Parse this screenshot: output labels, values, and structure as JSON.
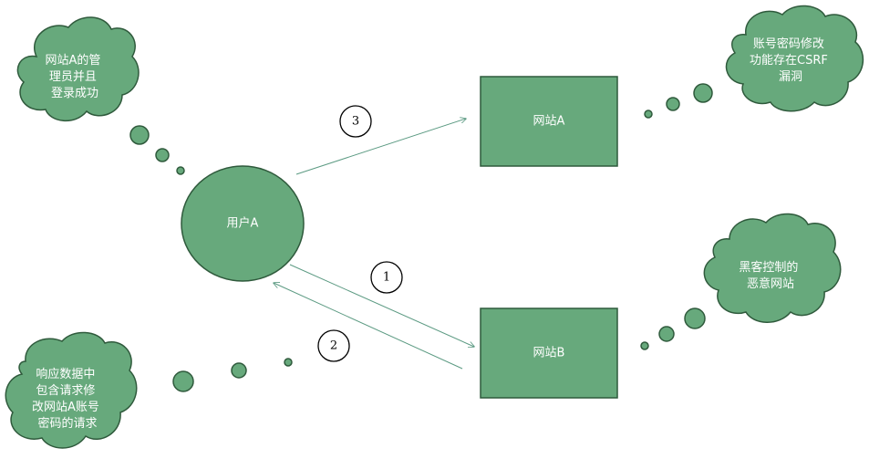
{
  "nodes": {
    "user_a": "用户A",
    "site_a": "网站A",
    "site_b": "网站B"
  },
  "clouds": {
    "admin_note": [
      "网站A的管",
      "理员并且",
      "登录成功"
    ],
    "csrf_note": [
      "账号密码修改",
      "功能存在CSRF",
      "漏洞"
    ],
    "hacker_note": [
      "黑客控制的",
      "恶意网站"
    ],
    "response_note": [
      "响应数据中",
      "包含请求修",
      "改网站A账号",
      "密码的请求"
    ]
  },
  "steps": {
    "step1": "1",
    "step2": "2",
    "step3": "3"
  },
  "colors": {
    "fill": "#67a97c",
    "stroke": "#2f5a3c",
    "arrow": "#5b9a82"
  }
}
